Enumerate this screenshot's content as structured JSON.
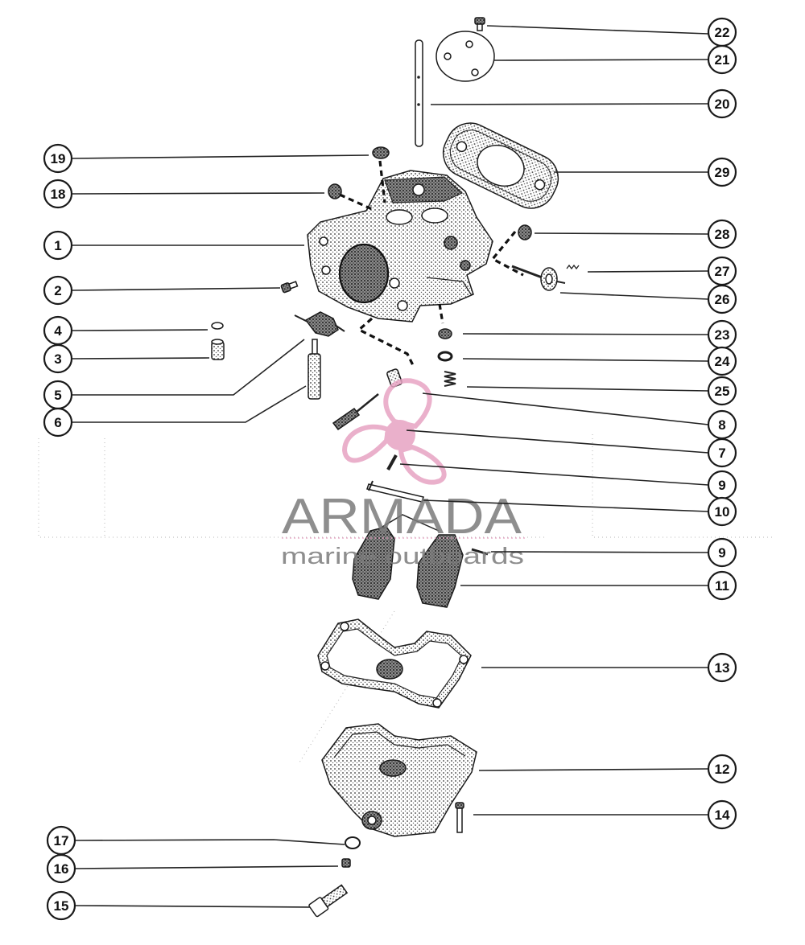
{
  "diagram": {
    "right_callouts": [
      "22",
      "21",
      "20",
      "29",
      "28",
      "27",
      "26",
      "23",
      "24",
      "25",
      "8",
      "7",
      "9",
      "10",
      "9",
      "11",
      "13",
      "12",
      "14"
    ],
    "left_callouts": [
      "19",
      "18",
      "1",
      "2",
      "4",
      "3",
      "5",
      "6",
      "17",
      "16",
      "15"
    ]
  },
  "watermark": {
    "brand": "ARMADA",
    "tagline": "marine outboards"
  },
  "colors": {
    "watermark_pink": "#e7a3c3",
    "watermark_gray": "#7b7b7b"
  }
}
